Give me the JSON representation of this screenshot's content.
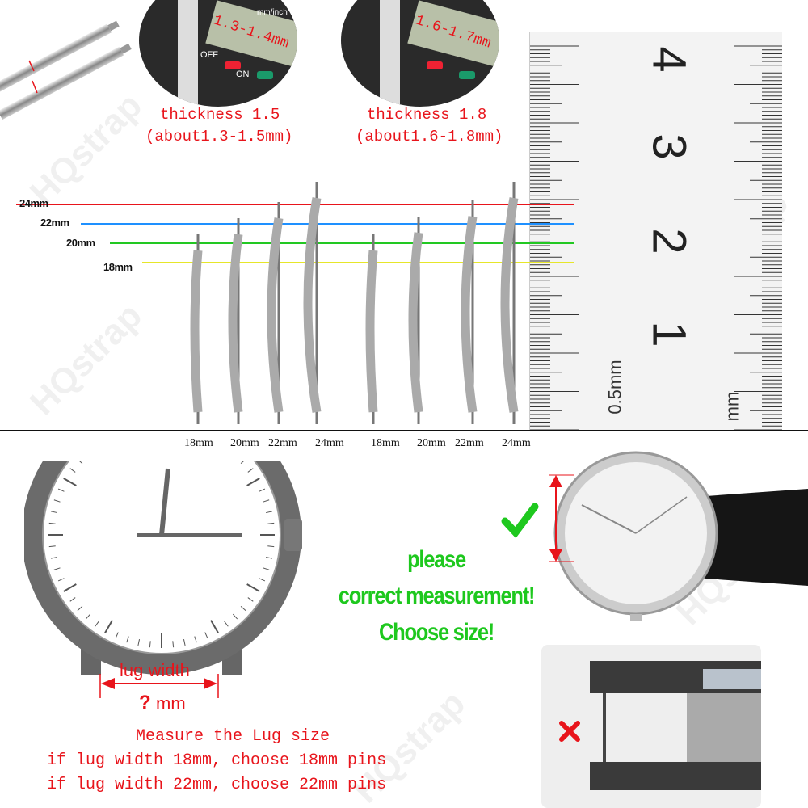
{
  "top": {
    "caliper1": {
      "reading": "1.3-1.4mm",
      "thickness": "thickness 1.5",
      "range": "(about1.3-1.5mm)"
    },
    "caliper2": {
      "reading": "1.6-1.7mm",
      "thickness": "thickness 1.8",
      "range": "(about1.6-1.8mm)"
    },
    "caliper_buttons": {
      "off": "OFF",
      "on": "ON",
      "units": "mm/inch"
    }
  },
  "ruler": {
    "numbers": [
      "4",
      "3",
      "2",
      "1"
    ],
    "label_small": "0.5mm",
    "label_mm": "mm"
  },
  "length_lines": [
    {
      "label": "24mm",
      "color": "#e8141b"
    },
    {
      "label": "22mm",
      "color": "#1e90ff"
    },
    {
      "label": "20mm",
      "color": "#22c822"
    },
    {
      "label": "18mm",
      "color": "#e6e62a"
    }
  ],
  "pin_sizes": [
    "18mm",
    "20mm",
    "22mm",
    "24mm",
    "18mm",
    "20mm",
    "22mm",
    "24mm"
  ],
  "diagram": {
    "lug_width": "lug width",
    "unknown": "?",
    "unit": "mm"
  },
  "instructions": {
    "line1": "Measure the Lug size",
    "line2": "if lug width 18mm, choose 18mm pins",
    "line3": "if lug width 22mm, choose 22mm pins"
  },
  "callout": {
    "line1": "please",
    "line2": "correct measurement!",
    "line3": "Choose size!"
  },
  "watermark": "HQstrap",
  "colors": {
    "red": "#e8141b",
    "green": "#1ec81e"
  }
}
